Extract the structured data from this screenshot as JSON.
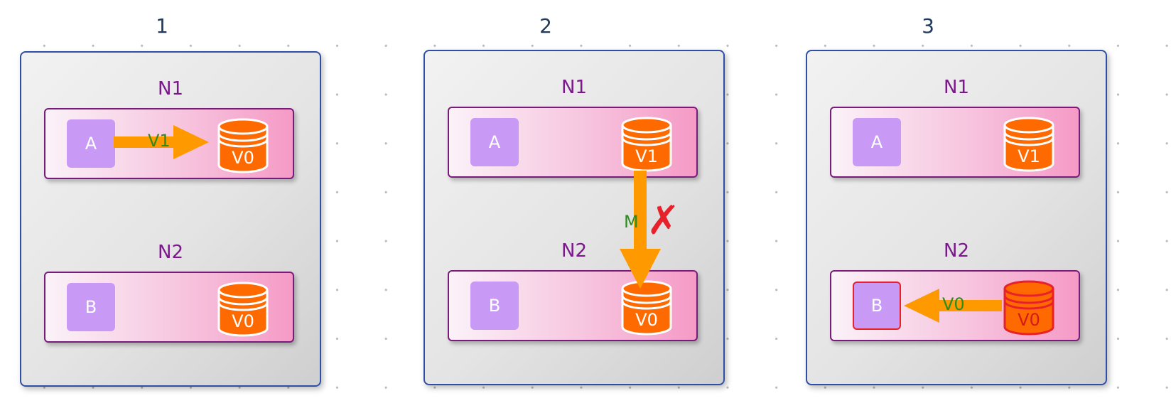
{
  "panels": [
    {
      "step": "1",
      "nodes": [
        {
          "label": "N1",
          "actor": "A",
          "store": "V0"
        },
        {
          "label": "N2",
          "actor": "B",
          "store": "V0"
        }
      ],
      "write_label": "V1"
    },
    {
      "step": "2",
      "nodes": [
        {
          "label": "N1",
          "actor": "A",
          "store": "V1"
        },
        {
          "label": "N2",
          "actor": "B",
          "store": "V0"
        }
      ],
      "message_label": "M",
      "failure_mark": "✗"
    },
    {
      "step": "3",
      "nodes": [
        {
          "label": "N1",
          "actor": "A",
          "store": "V1"
        },
        {
          "label": "N2",
          "actor": "B",
          "store": "V0"
        }
      ],
      "read_label": "V0"
    }
  ],
  "colors": {
    "arrow": "#ff9900",
    "database": "#ff6a00",
    "alert": "#e8202a",
    "label": "#2e8b20",
    "node_title": "#7a1a8a"
  },
  "icons": [
    "database-icon",
    "arrow-right-icon",
    "arrow-down-icon",
    "arrow-left-icon",
    "x-mark-icon"
  ]
}
